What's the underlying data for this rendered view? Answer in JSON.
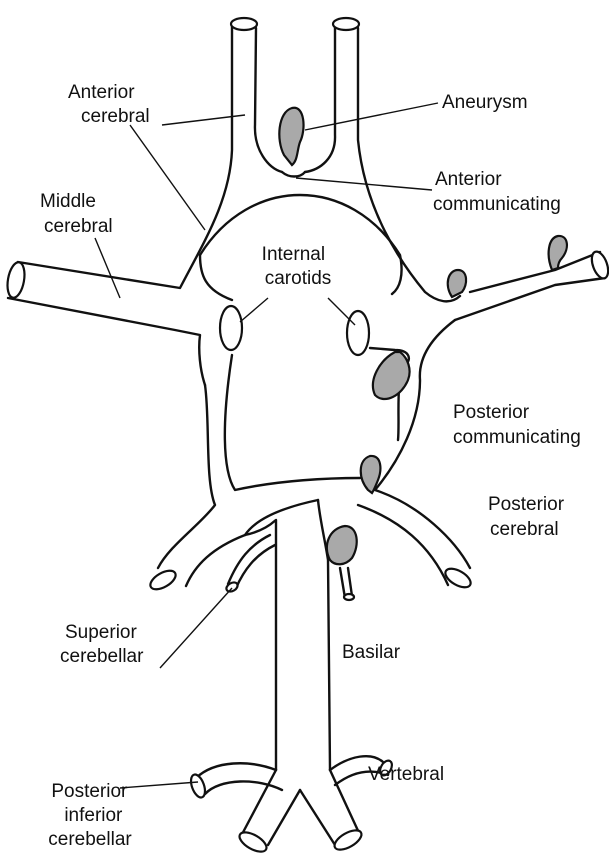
{
  "labels": {
    "anterior_cerebral": [
      "Anterior",
      "cerebral"
    ],
    "aneurysm": "Aneurysm",
    "anterior_communicating": [
      "Anterior",
      "communicating"
    ],
    "middle_cerebral": [
      "Middle",
      "cerebral"
    ],
    "internal_carotids": [
      "Internal",
      "carotids"
    ],
    "posterior_communicating": [
      "Posterior",
      "communicating"
    ],
    "posterior_cerebral": [
      "Posterior",
      "cerebral"
    ],
    "superior_cerebellar": [
      "Superior",
      "cerebellar"
    ],
    "basilar": "Basilar",
    "vertebral": "Vertebral",
    "posterior_inferior_cerebellar": [
      "Posterior",
      "inferior",
      "cerebellar"
    ]
  },
  "aneurysm_fill": "#a9a9a9"
}
